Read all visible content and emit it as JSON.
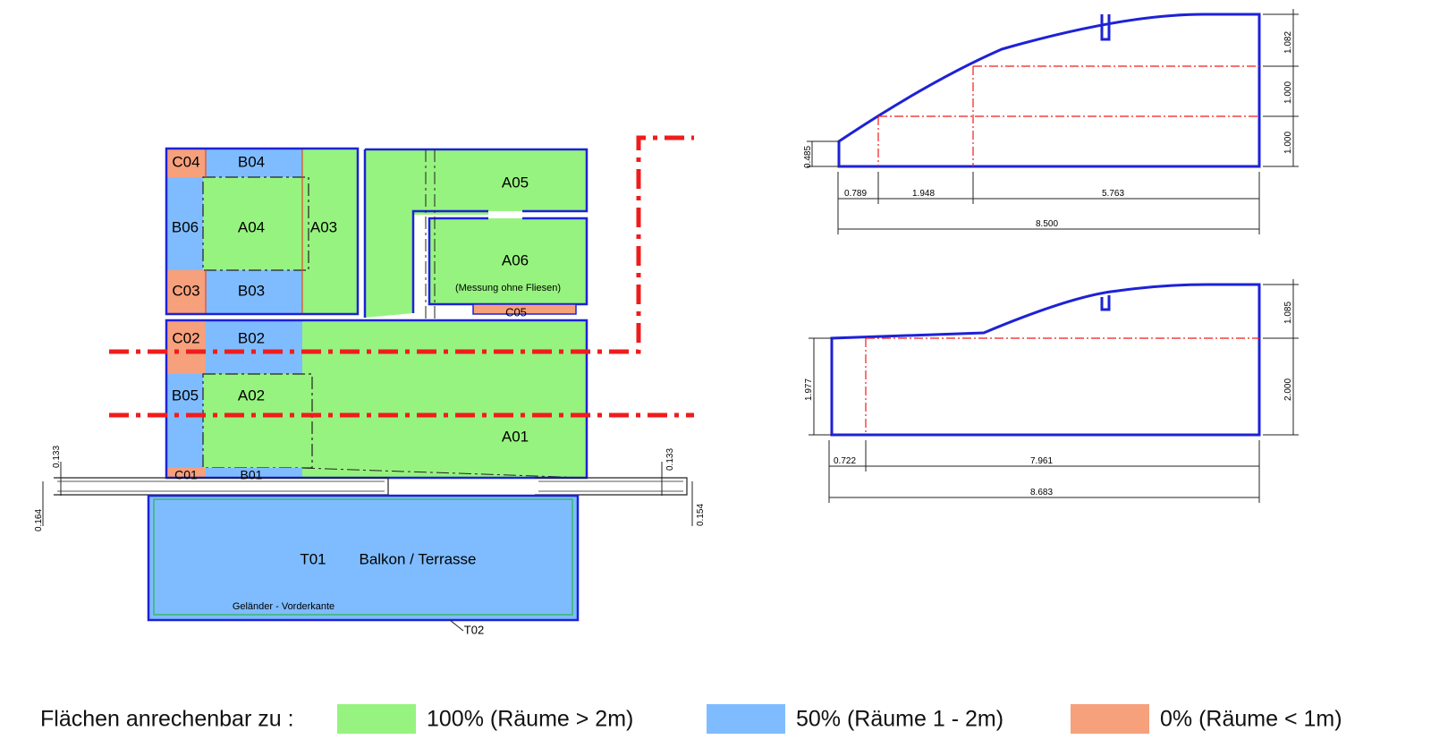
{
  "colors": {
    "green": "#97f37f",
    "blue": "#7fbcff",
    "salmon": "#f6a07c",
    "wall": "#1d22d6",
    "cut_line": "#ef1c1c"
  },
  "rooms": {
    "C04": "C04",
    "B04": "B04",
    "B06": "B06",
    "A04": "A04",
    "A03": "A03",
    "C03": "C03",
    "B03": "B03",
    "A05": "A05",
    "A06": "A06",
    "A06_note": "(Messung ohne Fliesen)",
    "C05": "C05",
    "C02": "C02",
    "B02": "B02",
    "B05": "B05",
    "A02": "A02",
    "A01": "A01",
    "C01": "C01",
    "B01": "B01",
    "T01": "T01",
    "T01_name": "Balkon / Terrasse",
    "railing": "Geländer - Vorderkante",
    "T02": "T02"
  },
  "plan_dims": {
    "d1": "0.133",
    "d2": "0.164",
    "d3": "0.133",
    "d4": "0.154"
  },
  "section_top": {
    "h1": "0.485",
    "v1": "1.082",
    "v2": "1.000",
    "v3": "1.000",
    "w1": "0.789",
    "w2": "1.948",
    "w3": "5.763",
    "total": "8.500"
  },
  "section_bottom": {
    "h1": "1.977",
    "v1": "1.085",
    "v2": "2.000",
    "w1": "0.722",
    "w2": "7.961",
    "total": "8.683"
  },
  "legend": {
    "title": "Flächen anrechenbar zu :",
    "items": [
      {
        "label": "100% (Räume > 2m)",
        "color": "#97f37f"
      },
      {
        "label": "50% (Räume 1 - 2m)",
        "color": "#7fbcff"
      },
      {
        "label": "0% (Räume < 1m)",
        "color": "#f6a07c"
      }
    ]
  }
}
